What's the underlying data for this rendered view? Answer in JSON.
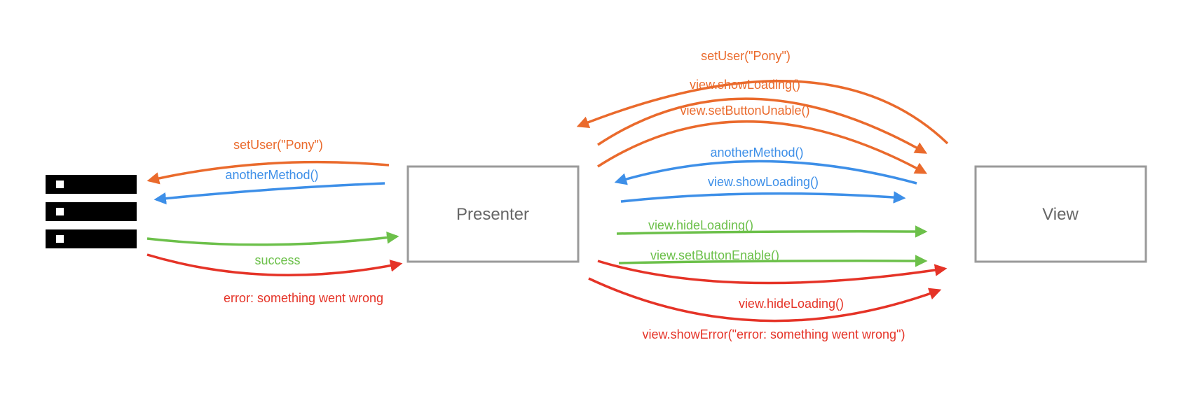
{
  "colors": {
    "orange": "#ea6a2c",
    "blue": "#3d8fe8",
    "green": "#6cc04a",
    "red": "#e53327",
    "box_border": "#9a9a9a",
    "box_text": "#666666",
    "server": "#000000"
  },
  "nodes": {
    "server": {
      "icon": "server-stack-icon"
    },
    "presenter": {
      "label": "Presenter"
    },
    "view": {
      "label": "View"
    }
  },
  "left_messages": {
    "set_user": "setUser(\"Pony\")",
    "another_method": "anotherMethod()",
    "success": "success",
    "error": "error: something went wrong"
  },
  "right_messages": {
    "set_user": "setUser(\"Pony\")",
    "show_loading": "view.showLoading()",
    "set_button_unable": "view.setButtonUnable()",
    "another_method": "anotherMethod()",
    "show_loading_2": "view.showLoading()",
    "hide_loading": "view.hideLoading()",
    "set_button_enable": "view.setButtonEnable()",
    "hide_loading_2": "view.hideLoading()",
    "show_error": "view.showError(\"error: something went wrong\")"
  }
}
